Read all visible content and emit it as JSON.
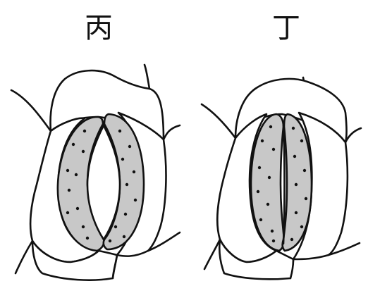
{
  "figures": [
    {
      "label": "丙",
      "stoma_state": "open"
    },
    {
      "label": "丁",
      "stoma_state": "closed"
    }
  ],
  "colors": {
    "guard_cell_fill": "#c8c8c8",
    "line": "#111111",
    "background": "#ffffff"
  }
}
